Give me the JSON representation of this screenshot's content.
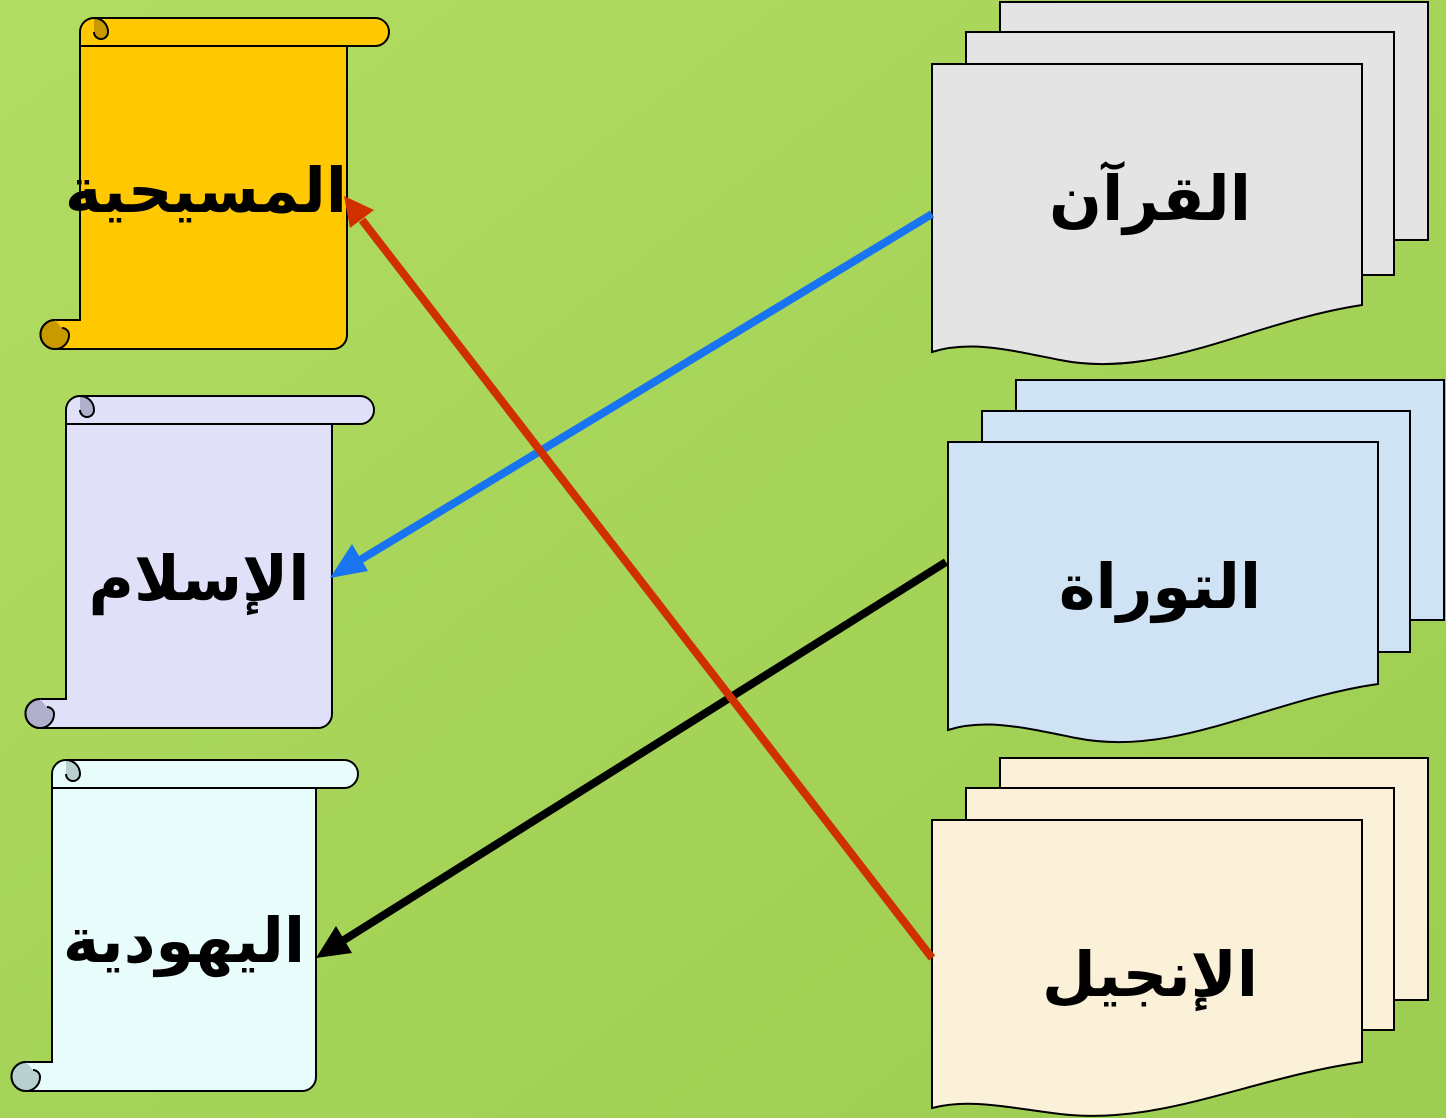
{
  "colors": {
    "background": "#a8d65a",
    "christianity_scroll": "#ffc800",
    "islam_scroll": "#e0e0f8",
    "judaism_scroll": "#e8fcfc",
    "quran_doc": "#e4e4e4",
    "torah_doc": "#cfe3f5",
    "gospel_doc": "#fbf1d8",
    "arrow_quran": "#1874f0",
    "arrow_torah": "#000000",
    "arrow_gospel": "#d03000"
  },
  "religions": {
    "christianity": "المسيحية",
    "islam": "الإسلام",
    "judaism": "اليهودية"
  },
  "books": {
    "quran": "القرآن",
    "torah": "التوراة",
    "gospel": "الإنجيل"
  },
  "connections": [
    {
      "from": "القرآن",
      "to": "الإسلام"
    },
    {
      "from": "التوراة",
      "to": "اليهودية"
    },
    {
      "from": "الإنجيل",
      "to": "المسيحية"
    }
  ]
}
